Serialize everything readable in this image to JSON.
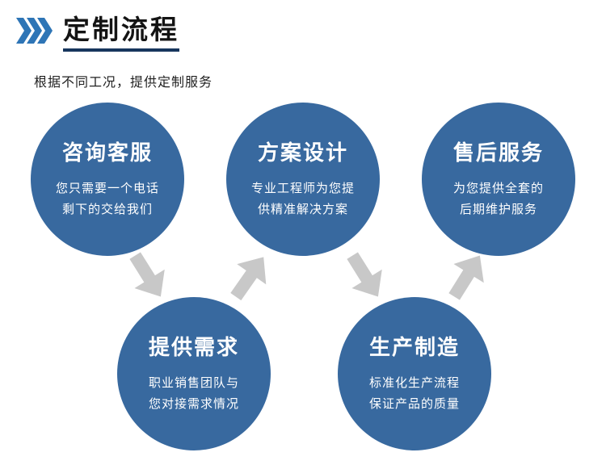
{
  "header": {
    "title": "定制流程",
    "subtitle": "根据不同工况，提供定制服务"
  },
  "steps": [
    {
      "title": "咨询客服",
      "desc": [
        "您只需要一个电话",
        "剩下的交给我们"
      ]
    },
    {
      "title": "方案设计",
      "desc": [
        "专业工程师为您提",
        "供精准解决方案"
      ]
    },
    {
      "title": "售后服务",
      "desc": [
        "为您提供全套的",
        "后期维护服务"
      ]
    },
    {
      "title": "提供需求",
      "desc": [
        "职业销售团队与",
        "您对接需求情况"
      ]
    },
    {
      "title": "生产制造",
      "desc": [
        "标准化生产流程",
        "保证产品的质量"
      ]
    }
  ],
  "icons": {
    "header_icon": "triple-chevron-right-icon",
    "flow_arrows": [
      "down-right",
      "up-right",
      "down-right",
      "up-right"
    ]
  },
  "colors": {
    "circle_blue": "#38699f",
    "chevron_blue": "#2e75b6",
    "underline_navy": "#17365d",
    "arrow_gray": "#c8c8c8",
    "title_text": "#141414",
    "circle_text": "#ffffff"
  }
}
